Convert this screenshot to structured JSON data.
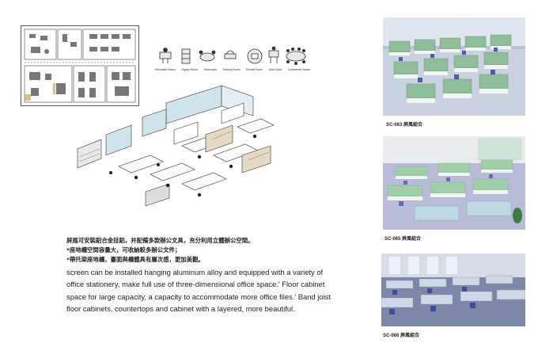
{
  "floor_plan": {
    "label": "office floor plan"
  },
  "legend": {
    "items": [
      {
        "label": "Reception Series",
        "icon": "reception-desk-icon"
      },
      {
        "label": "Supply Room",
        "icon": "supply-room-icon"
      },
      {
        "label": "Team work",
        "icon": "team-work-icon"
      },
      {
        "label": "Training Room",
        "icon": "training-room-icon"
      },
      {
        "label": "Private Room",
        "icon": "private-room-icon"
      },
      {
        "label": "Team Work",
        "icon": "workstation-icon"
      },
      {
        "label": "Conference Series",
        "icon": "conference-table-icon"
      }
    ]
  },
  "description": {
    "cn_line_1": "屏風可安裝鋁合金挂鋁，并配備多款辦公文具，充分利用立體辦公空間。",
    "cn_line_2": "*座地櫃空間容量大，可收納較多辦公文件；",
    "cn_line_3": "*帶托梁座地櫃，臺面與櫃體具有層次感，更加美觀。",
    "en_text": "screen can be installed hanging aluminum alloy and equipped with a variety of office stationery, make full use of three-dimensional office space.' Floor cabinet space for large capacity, a capacity to accommodate more office files.' Band joist floor cabinets, countertops and cabinet with a layered, more beautiful."
  },
  "photos": [
    {
      "caption": "SC-063 屏風組合",
      "panel_color": "#8fbf9a",
      "accent": "#4a5fa8"
    },
    {
      "caption": "SC-065 屏風組合",
      "panel_color": "#9ecfa6",
      "accent": "#5e6fb5"
    },
    {
      "caption": "SC-066 屏風組合",
      "panel_color": "#cfd8e6",
      "accent": "#3d4f9a"
    }
  ]
}
